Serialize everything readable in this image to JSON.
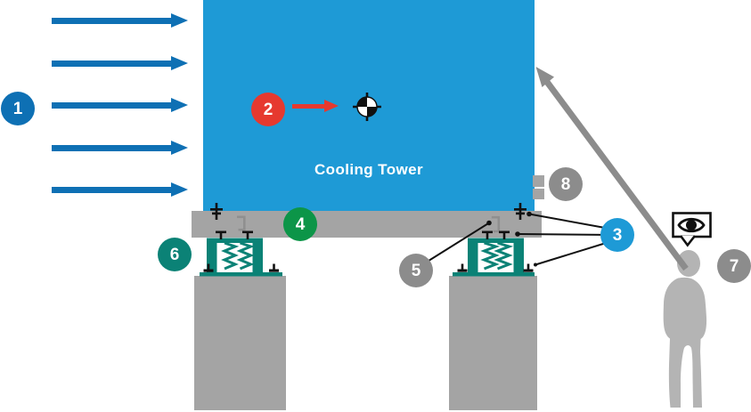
{
  "diagram": {
    "tower_label": "Cooling Tower"
  },
  "callouts": [
    {
      "number": "1",
      "color": "#0E70B4"
    },
    {
      "number": "2",
      "color": "#E6392F"
    },
    {
      "number": "3",
      "color": "#1E9AD6"
    },
    {
      "number": "4",
      "color": "#0C9548"
    },
    {
      "number": "5",
      "color": "#8C8C8C"
    },
    {
      "number": "6",
      "color": "#0B8276"
    },
    {
      "number": "7",
      "color": "#8C8C8C"
    },
    {
      "number": "8",
      "color": "#8C8C8C"
    }
  ],
  "icons": {
    "wind": "wind-arrow-icon",
    "center_of_gravity": "center-of-gravity-icon",
    "sight_line": "sightline-arrow-icon",
    "observer": "observer-person",
    "eye": "eye-icon",
    "spring_isolator": "spring-isolator-icon",
    "anchor_bolt": "anchor-bolt-icon",
    "restraint_bracket": "bracket-icon"
  },
  "palette": {
    "tower_blue": "#1E9AD6",
    "dark_blue": "#0E70B4",
    "red": "#E6392F",
    "green": "#0C9548",
    "teal": "#0B8276",
    "structure_gray": "#A4A4A4",
    "callout_gray": "#8C8C8C",
    "person_gray": "#B4B4B4",
    "line_black": "#111111",
    "white": "#FFFFFF"
  }
}
